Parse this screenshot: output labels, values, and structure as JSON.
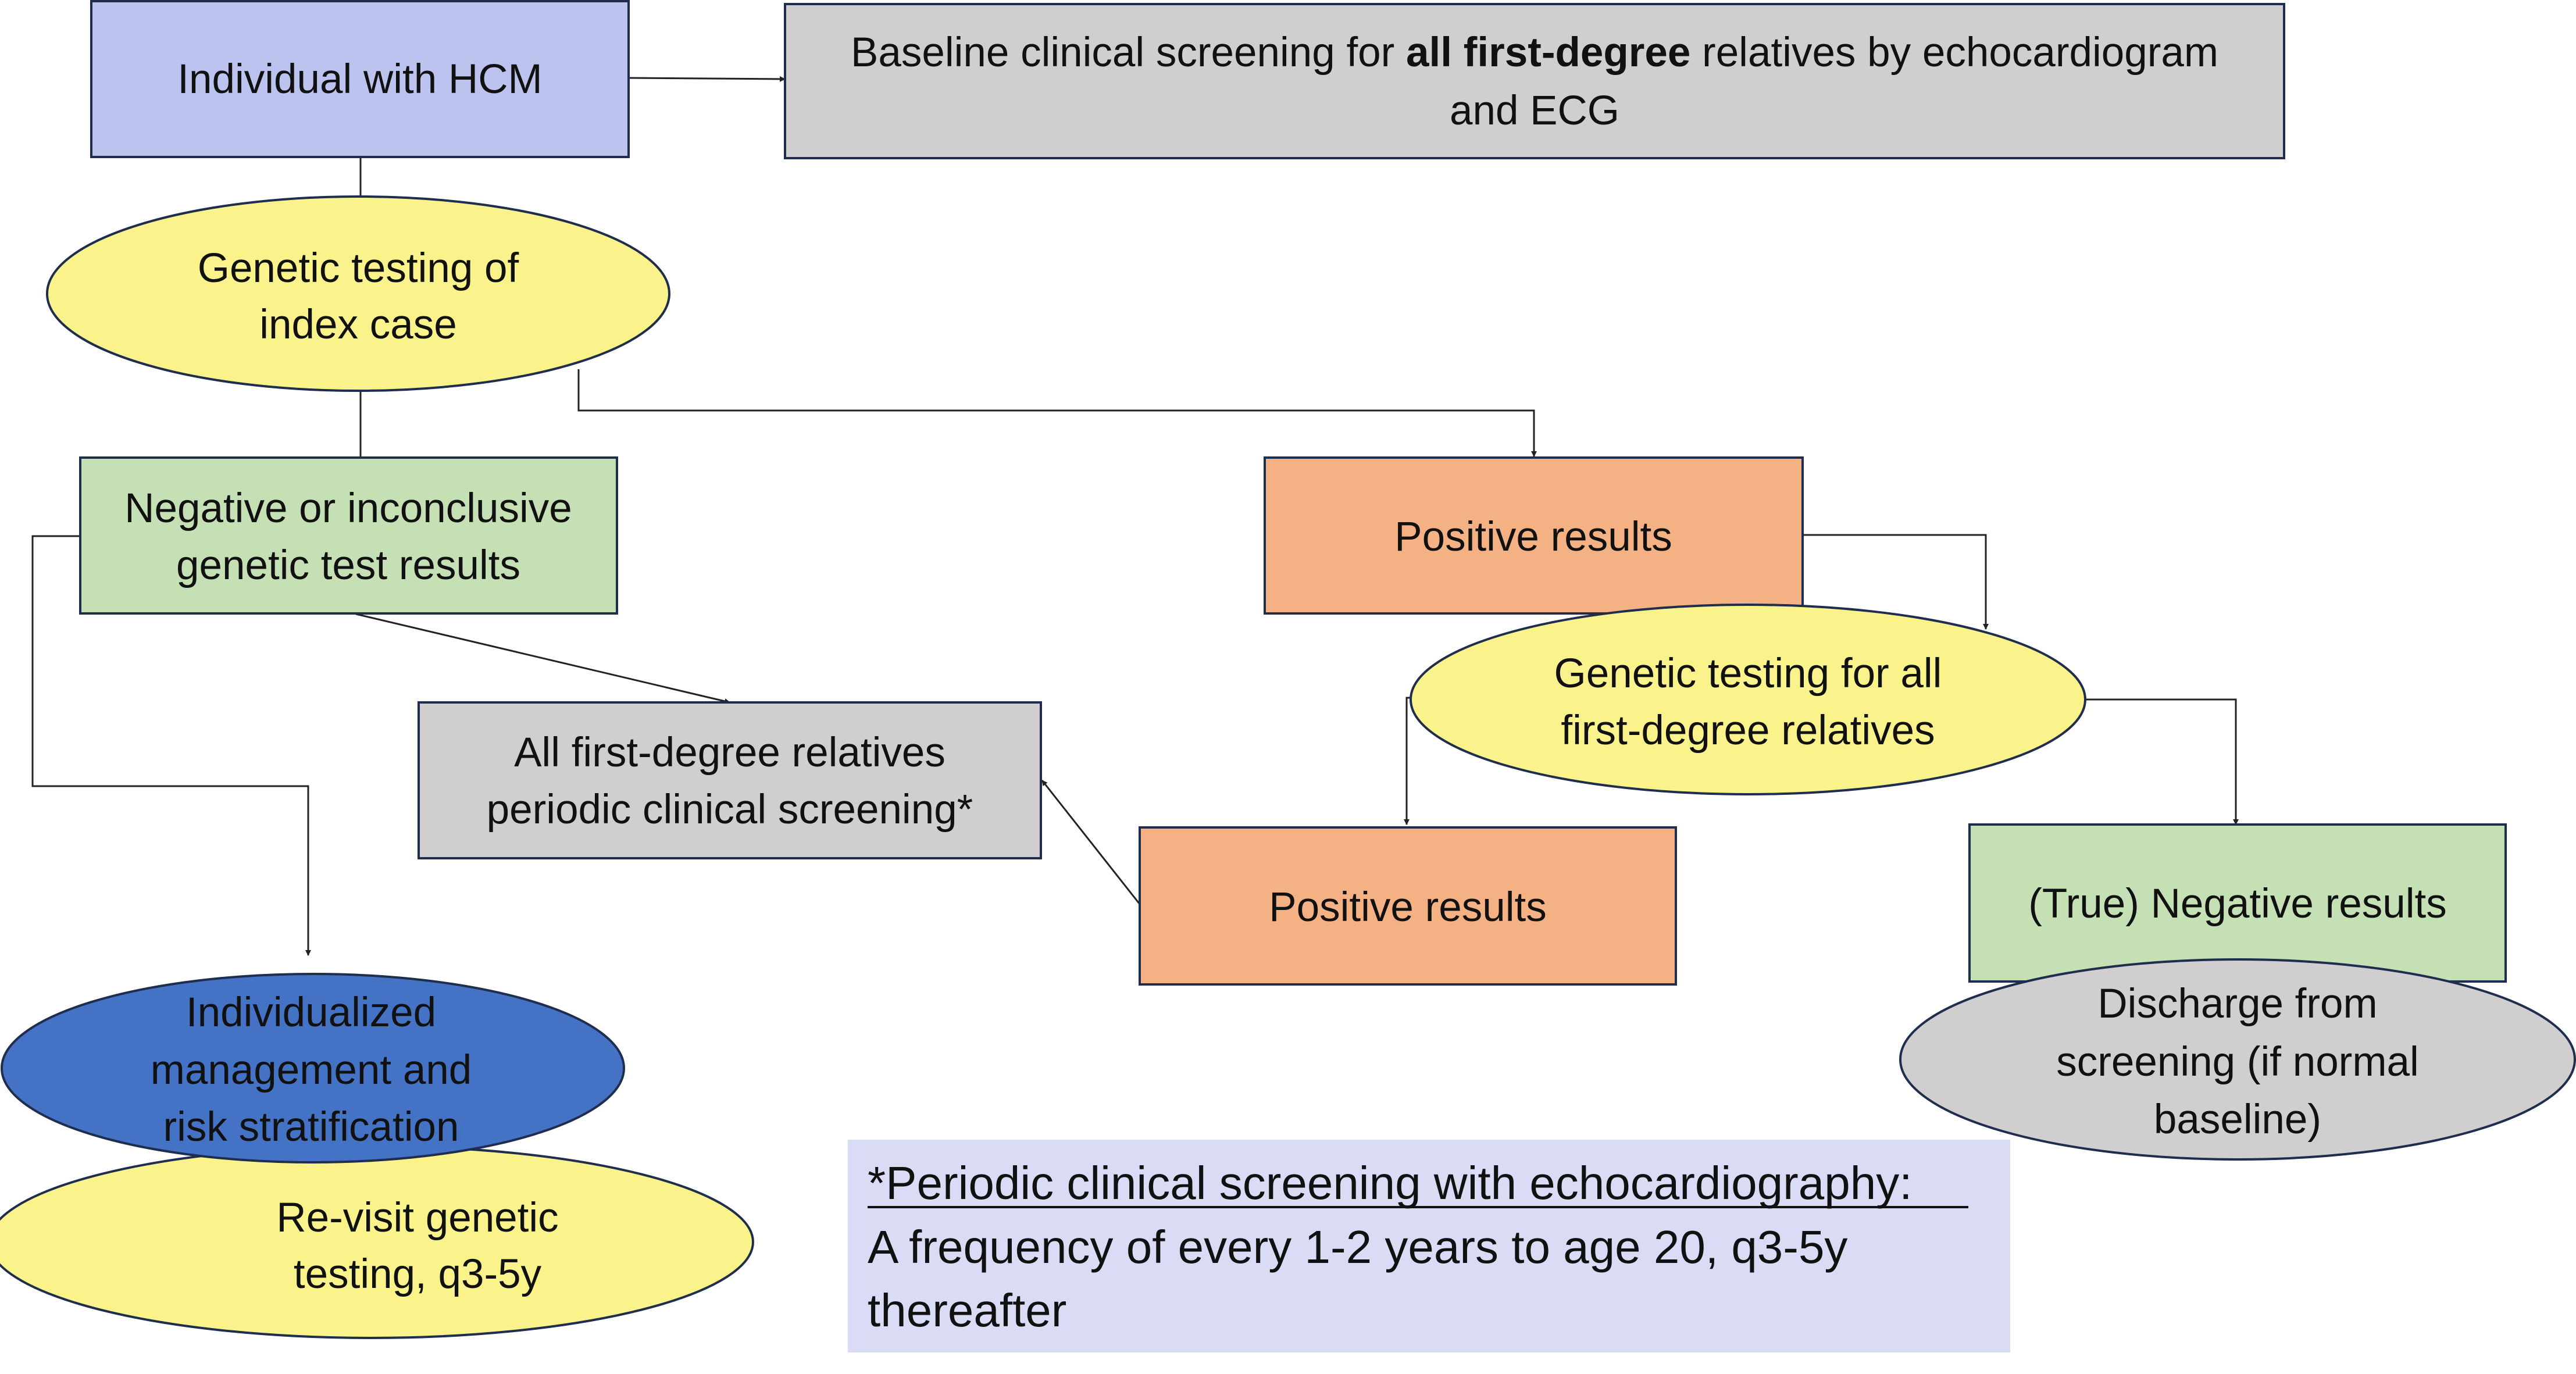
{
  "colors": {
    "purple_box": "#bcc3ee",
    "gray_box": "#d0cece",
    "yellow_ellipse": "#faf28a",
    "green_box": "#c5e0b4",
    "orange_box": "#f4b183",
    "blue_ellipse": "#4472c4",
    "footnote_bg": "#dadcf5",
    "border": "#1f2d4e"
  },
  "nodes": {
    "index_hcm": {
      "text": "Individual with HCM"
    },
    "baseline_screening": {
      "line1_pre": "Baseline clinical screening for ",
      "line1_bold": "all first-degree",
      "line1_post": " relatives by echocardiogram",
      "line2": "and ECG"
    },
    "genetic_testing_index": {
      "line1": "Genetic testing of",
      "line2": "index case"
    },
    "negative_inconclusive": {
      "line1": "Negative or inconclusive",
      "line2": "genetic test results"
    },
    "positive_results_index": {
      "text": "Positive results"
    },
    "genetic_testing_relatives": {
      "line1": "Genetic testing for all",
      "line2": "first-degree relatives"
    },
    "periodic_screening": {
      "line1": "All first-degree relatives",
      "line2": "periodic clinical screening*"
    },
    "positive_results_relatives": {
      "text": "Positive results"
    },
    "true_negative_results": {
      "text": "(True) Negative results"
    },
    "discharge": {
      "line1": "Discharge from",
      "line2": "screening (if normal",
      "line3": "baseline)"
    },
    "individualized_management": {
      "line1": "Individualized",
      "line2": "management and",
      "line3": "risk stratification"
    },
    "revisit_genetic": {
      "line1": "Re-visit genetic",
      "line2": "testing, q3-5y"
    }
  },
  "footnote": {
    "heading": "*Periodic clinical screening with echocardiography:",
    "line1": "A frequency of every 1-2 years to age 20, q3-5y",
    "line2": "thereafter"
  }
}
